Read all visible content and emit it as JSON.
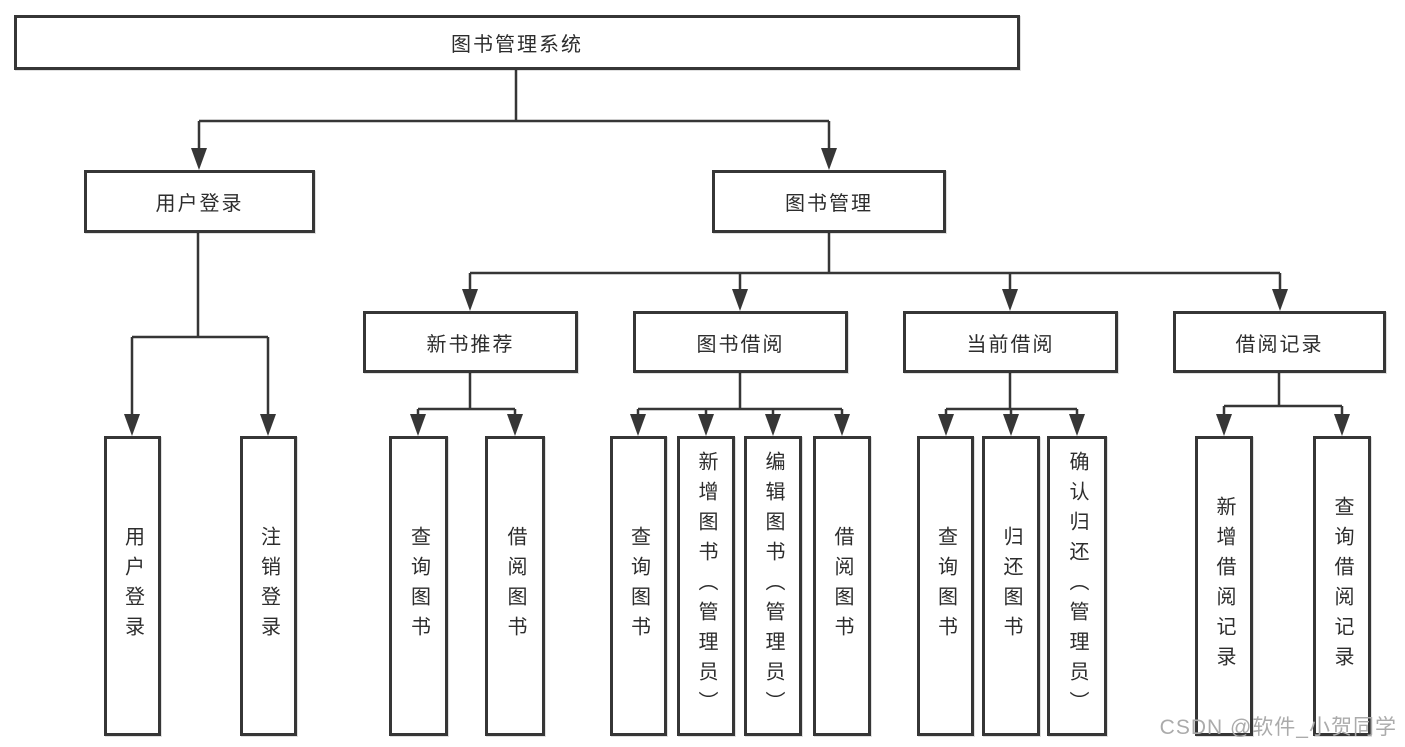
{
  "diagram": {
    "root": {
      "label": "图书管理系统"
    },
    "branches": [
      {
        "label": "用户登录",
        "children": [
          {
            "label": "用户登录"
          },
          {
            "label": "注销登录"
          }
        ]
      },
      {
        "label": "图书管理",
        "children": [
          {
            "label": "新书推荐",
            "children": [
              {
                "label": "查询图书"
              },
              {
                "label": "借阅图书"
              }
            ]
          },
          {
            "label": "图书借阅",
            "children": [
              {
                "label": "查询图书"
              },
              {
                "label": "新增图书（管理员）"
              },
              {
                "label": "编辑图书（管理员）"
              },
              {
                "label": "借阅图书"
              }
            ]
          },
          {
            "label": "当前借阅",
            "children": [
              {
                "label": "查询图书"
              },
              {
                "label": "归还图书"
              },
              {
                "label": "确认归还（管理员）"
              }
            ]
          },
          {
            "label": "借阅记录",
            "children": [
              {
                "label": "新增借阅记录"
              },
              {
                "label": "查询借阅记录"
              }
            ]
          }
        ]
      }
    ],
    "watermark": "CSDN @软件_小贺同学",
    "colors": {
      "line": "#363636",
      "box_border": "#363636",
      "text": "#2d2d2d",
      "watermark": "#ababab",
      "background": "#ffffff"
    }
  }
}
